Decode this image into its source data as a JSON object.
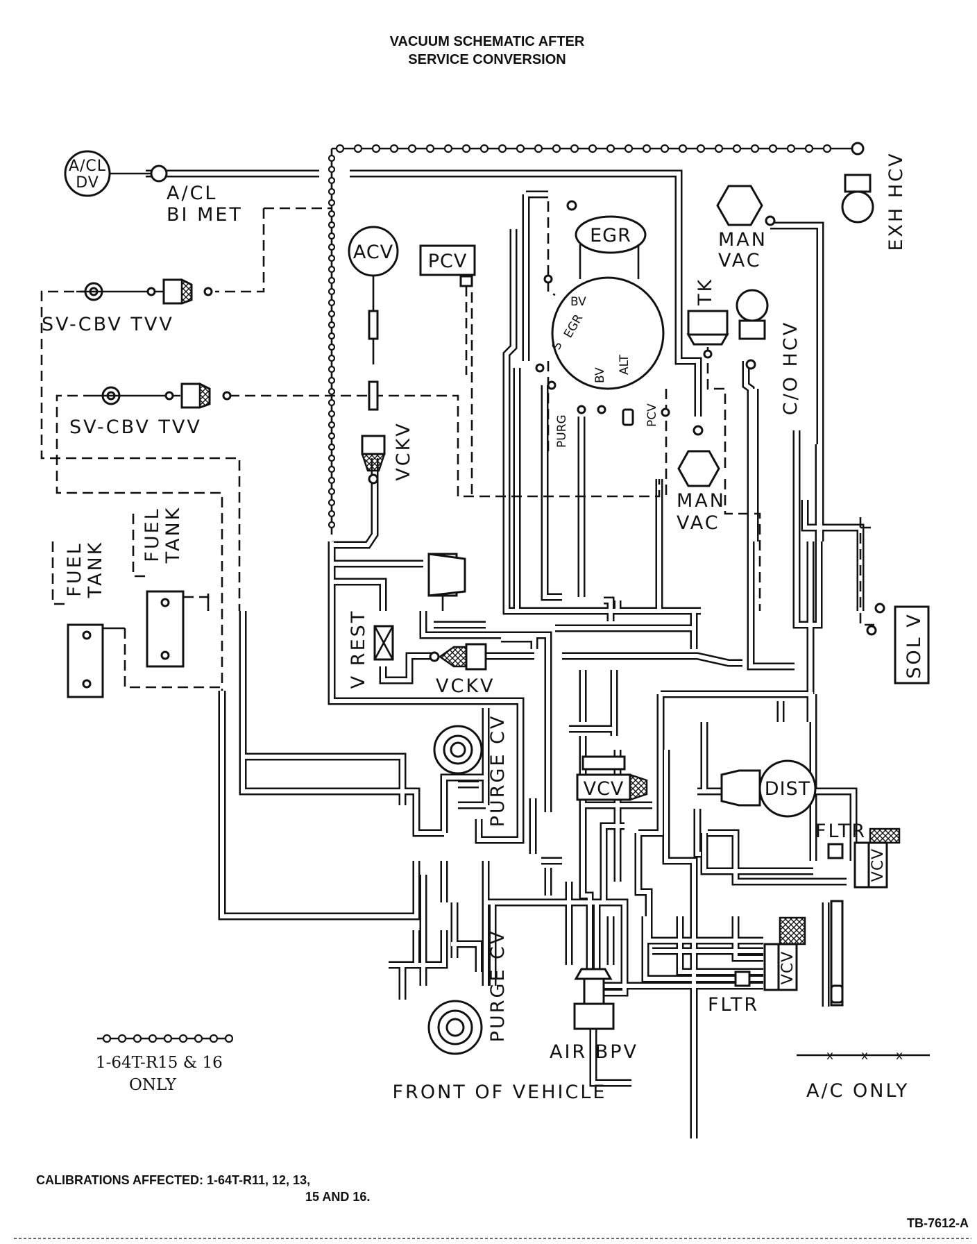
{
  "title": {
    "line1": "VACUUM SCHEMATIC AFTER",
    "line2": "SERVICE CONVERSION"
  },
  "components": {
    "acl_dv": {
      "line1": "A/CL",
      "line2": "DV"
    },
    "acl_bimet": {
      "line1": "A/CL",
      "line2": "BI MET"
    },
    "sv_cbv_tvv_1": "SV-CBV TVV",
    "sv_cbv_tvv_2": "SV-CBV TVV",
    "fuel_tank_1": {
      "line1": "FUEL",
      "line2": "TANK"
    },
    "fuel_tank_2": {
      "line1": "FUEL",
      "line2": "TANK"
    },
    "acv": "ACV",
    "pcv": "PCV",
    "vckv_upper": "VCKV",
    "vckv_lower": "VCKV",
    "v_rest": "V REST",
    "egr": "EGR",
    "carb_ports": {
      "bv": "BV",
      "egr": "EGR",
      "s": "S",
      "bv2": "BV",
      "alt": "ALT",
      "purg": "PURG",
      "pcv": "PCV"
    },
    "man_vac_top": {
      "line1": "MAN",
      "line2": "VAC"
    },
    "man_vac_mid": {
      "line1": "MAN",
      "line2": "VAC"
    },
    "tk": "TK",
    "co_hcv": "C/O HCV",
    "exh_hcv": "EXH HCV",
    "sol_v": "SOL V",
    "dist": "DIST",
    "vcv_center": "VCV",
    "vcv_right_upper": "VCV",
    "vcv_right_lower": "VCV",
    "fltr_upper": "FLTR",
    "fltr_lower": "FLTR",
    "purge_cv_upper": "PURGE CV",
    "purge_cv_lower": "PURGE CV",
    "air_bpv": "AIR BPV"
  },
  "legend": {
    "calibration_line1": "1-64T-R15 & 16",
    "calibration_line2": "ONLY",
    "ac_only": "A/C ONLY",
    "front": "FRONT OF VEHICLE"
  },
  "footer": {
    "calibrations_line1": "CALIBRATIONS AFFECTED: 1-64T-R11, 12, 13,",
    "calibrations_line2": "15 AND 16.",
    "figure_id": "TB-7612-A"
  }
}
